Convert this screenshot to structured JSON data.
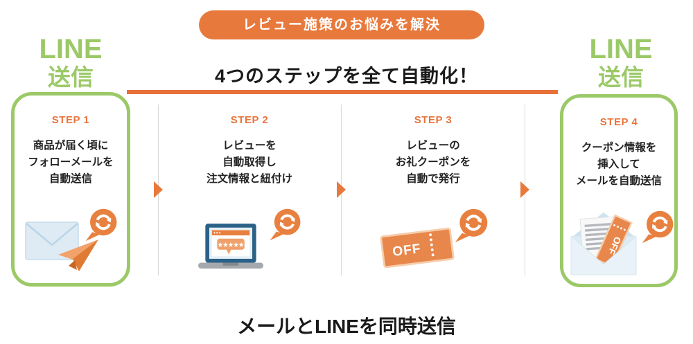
{
  "colors": {
    "accent_orange": "#E8793C",
    "accent_green": "#9CC968",
    "divider_gray": "#D8D8D8",
    "text_black": "#1A1A1A"
  },
  "badge": {
    "label": "レビュー施策のお悩みを解決"
  },
  "heading": {
    "title": "4つのステップを全て自動化！"
  },
  "line_send_left": {
    "line1": "LINE",
    "line2": "送信"
  },
  "line_send_right": {
    "line1": "LINE",
    "line2": "送信"
  },
  "steps": [
    {
      "label": "STEP 1",
      "lines": [
        "商品が届く頃に",
        "フォローメールを",
        "自動送信"
      ],
      "icon": "envelope-paper-plane-icon"
    },
    {
      "label": "STEP 2",
      "lines": [
        "レビューを",
        "自動取得し",
        "注文情報と紐付け"
      ],
      "icon": "laptop-review-stars-icon"
    },
    {
      "label": "STEP 3",
      "lines": [
        "レビューの",
        "お礼クーポンを",
        "自動で発行"
      ],
      "icon": "off-coupon-icon"
    },
    {
      "label": "STEP 4",
      "lines": [
        "クーポン情報を",
        "挿入して",
        "メールを自動送信"
      ],
      "icon": "open-envelope-coupon-icon"
    }
  ],
  "coupon": {
    "off_label": "OFF"
  },
  "laptop": {
    "stars": "★★★★★"
  },
  "footer": {
    "title": "メールとLINEを同時送信"
  }
}
